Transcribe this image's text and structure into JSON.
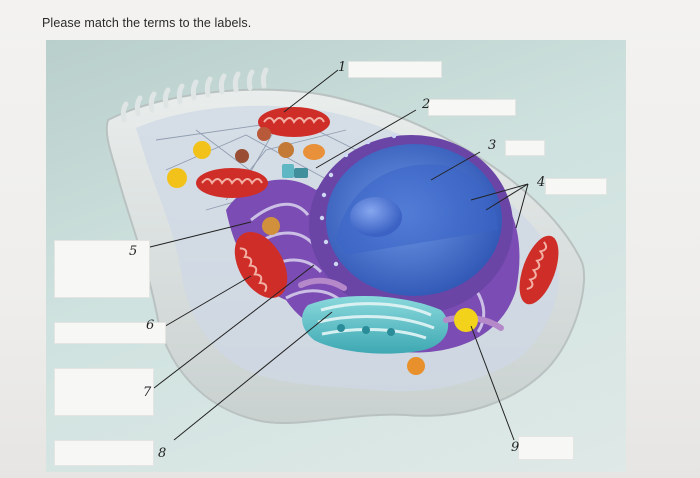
{
  "instruction": "Please match the terms to the labels.",
  "labels": {
    "n1": "1",
    "n2": "2",
    "n3": "3",
    "n4": "4",
    "n5": "5",
    "n6": "6",
    "n7": "7",
    "n8": "8",
    "n9": "9"
  },
  "colors": {
    "nucleus": "#4a78d0",
    "mitochondria": "#d8332c",
    "golgi": "#5ec3c9",
    "er": "#7a4fb0",
    "vesicle": "#f2c21b"
  }
}
